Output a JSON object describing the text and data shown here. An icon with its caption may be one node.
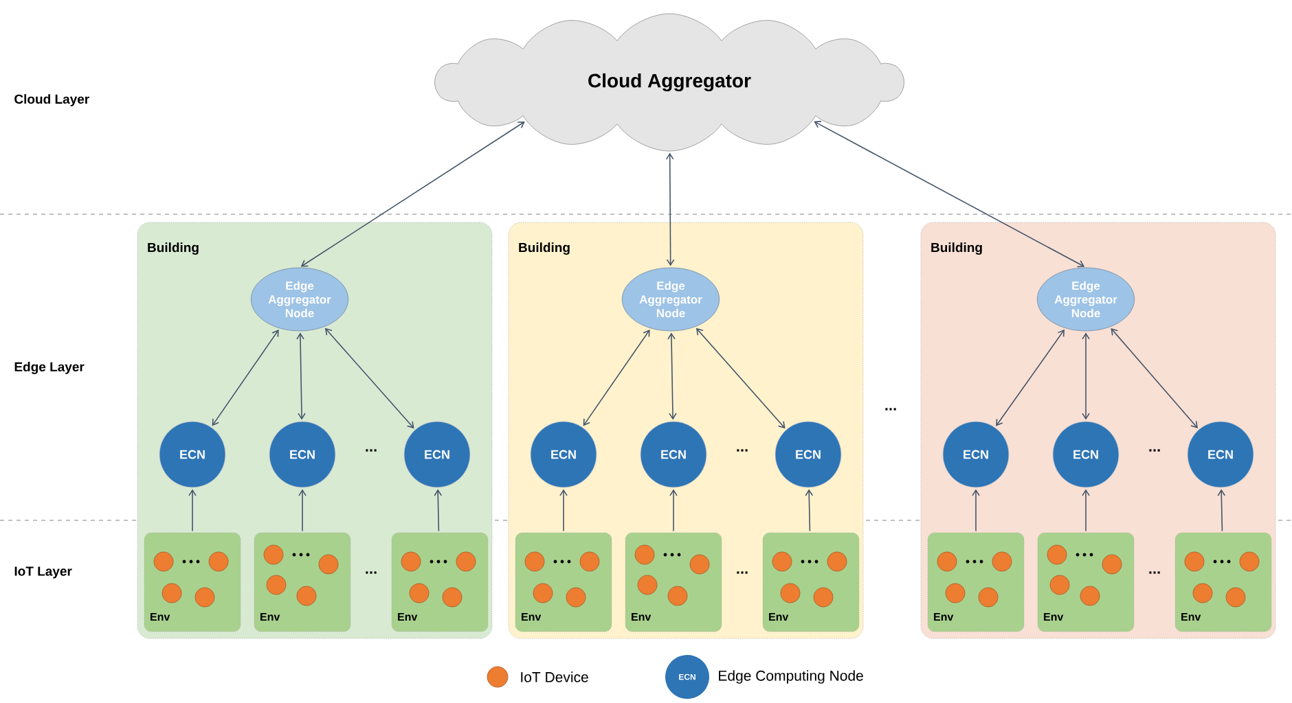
{
  "diagram": {
    "nodes": [
      {
        "text": [
          "Cloud Aggregator"
        ]
      },
      {
        "text": [
          "Building"
        ]
      },
      {
        "text": [
          "Edge Aggregator Node"
        ],
        "in": 1
      },
      {
        "text": [
          "ECN"
        ],
        "in": 1
      },
      {
        "text": [
          "ECN"
        ],
        "in": 1
      },
      {
        "text": [
          "ECN"
        ],
        "in": 1
      },
      {
        "text": [
          "Env"
        ],
        "in": 1
      },
      {
        "text": [
          "Env"
        ],
        "in": 1
      },
      {
        "text": [
          "Env"
        ],
        "in": 1
      },
      {
        "text": [
          "Building"
        ]
      },
      {
        "text": [
          "Edge Aggregator Node"
        ],
        "in": 9
      },
      {
        "text": [
          "ECN"
        ],
        "in": 9
      },
      {
        "text": [
          "ECN"
        ],
        "in": 9
      },
      {
        "text": [
          "ECN"
        ],
        "in": 9
      },
      {
        "text": [
          "Env"
        ],
        "in": 9
      },
      {
        "text": [
          "Env"
        ],
        "in": 9
      },
      {
        "text": [
          "Env"
        ],
        "in": 9
      },
      {
        "text": [
          "Building"
        ]
      },
      {
        "text": [
          "Edge Aggregator Node"
        ],
        "in": 17
      },
      {
        "text": [
          "ECN"
        ],
        "in": 17
      },
      {
        "text": [
          "ECN"
        ],
        "in": 17
      },
      {
        "text": [
          "ECN"
        ],
        "in": 17
      },
      {
        "text": [
          "Env"
        ],
        "in": 17
      },
      {
        "text": [
          "Env"
        ],
        "in": 17
      },
      {
        "text": [
          "Env"
        ],
        "in": 17
      }
    ],
    "edges": [
      {
        "from": 0,
        "to": 2,
        "arrow": "both"
      },
      {
        "from": 0,
        "to": 10,
        "arrow": "both"
      },
      {
        "from": 0,
        "to": 18,
        "arrow": "both"
      },
      {
        "from": 2,
        "to": 3,
        "arrow": "both"
      },
      {
        "from": 2,
        "to": 4,
        "arrow": "both"
      },
      {
        "from": 2,
        "to": 5,
        "arrow": "both"
      },
      {
        "from": 6,
        "to": 3,
        "arrow": "to"
      },
      {
        "from": 7,
        "to": 4,
        "arrow": "to"
      },
      {
        "from": 8,
        "to": 5,
        "arrow": "to"
      },
      {
        "from": 10,
        "to": 11,
        "arrow": "both"
      },
      {
        "from": 10,
        "to": 12,
        "arrow": "both"
      },
      {
        "from": 10,
        "to": 13,
        "arrow": "both"
      },
      {
        "from": 14,
        "to": 11,
        "arrow": "to"
      },
      {
        "from": 15,
        "to": 12,
        "arrow": "to"
      },
      {
        "from": 16,
        "to": 13,
        "arrow": "to"
      },
      {
        "from": 18,
        "to": 19,
        "arrow": "both"
      },
      {
        "from": 18,
        "to": 20,
        "arrow": "both"
      },
      {
        "from": 18,
        "to": 21,
        "arrow": "both"
      },
      {
        "from": 22,
        "to": 19,
        "arrow": "to"
      },
      {
        "from": 23,
        "to": 20,
        "arrow": "to"
      },
      {
        "from": 24,
        "to": 21,
        "arrow": "to"
      }
    ],
    "labels": [
      "Cloud Layer",
      "Edge Layer",
      "...",
      "...",
      "...",
      "...",
      "IoT Layer",
      "...",
      "...",
      "...",
      "ECN"
    ],
    "legend": [
      {
        "text": "IoT Device",
        "color": "#ed7d31"
      },
      {
        "text": "Edge Computing Node",
        "color": "#2e75b6"
      }
    ]
  }
}
